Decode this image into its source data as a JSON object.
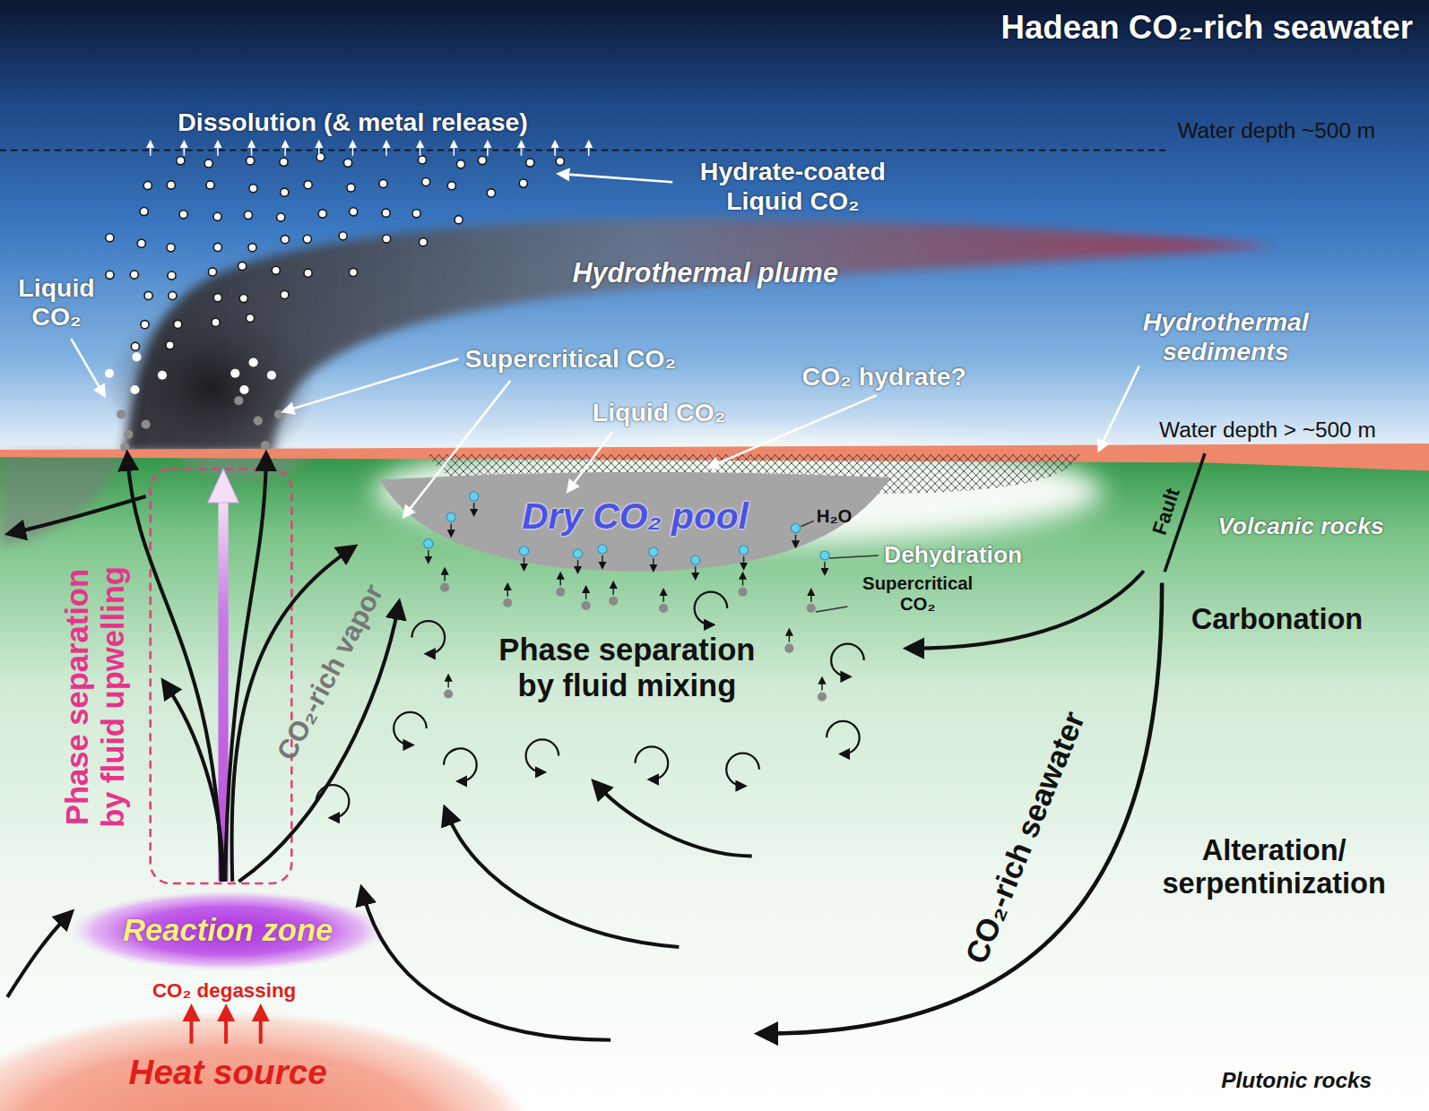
{
  "diagram": {
    "title": "Hadean CO₂-rich seawater",
    "nodes": [
      {
        "text": [
          "Dry CO₂ pool"
        ]
      },
      {
        "text": [
          "Reaction zone"
        ]
      },
      {
        "text": [
          "Heat source"
        ]
      }
    ],
    "labels": [
      "Dissolution (& metal release)",
      "Water depth ~500 m",
      "Hydrate-coated Liquid CO₂",
      "Liquid CO₂",
      "Hydrothermal plume",
      "Supercritical CO₂",
      "CO₂ hydrate?",
      "Liquid CO₂",
      "Hydrothermal sediments",
      "Water depth > ~500 m",
      "H₂O",
      "Dehydration",
      "Supercritical CO₂",
      "Fault",
      "Volcanic rocks",
      "Carbonation",
      "Phase separation by fluid mixing",
      "Phase separation by fluid upwelling",
      "CO₂-rich vapor",
      "CO₂-rich seawater",
      "Alteration/ serpentinization",
      "CO₂ degassing",
      "Plutonic rocks"
    ]
  }
}
